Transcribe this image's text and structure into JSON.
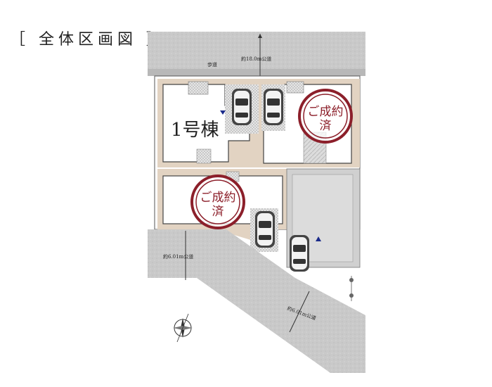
{
  "page_title": "［ 全体区画図 ］",
  "roads": {
    "north_road_label": "約18.0m公道",
    "sidewalk_label": "歩道",
    "west_road_label": "約6.01m公道",
    "south_road_label": "約6.01m公道"
  },
  "lots": {
    "lot1_label": "1号棟",
    "sold_stamp_line1": "ご成約",
    "sold_stamp_line2": "済"
  },
  "colors": {
    "road": "#c8c8c8",
    "lot_border": "#d9c6b0",
    "stamp": "#8c1f2a",
    "dim_line": "#333333"
  }
}
